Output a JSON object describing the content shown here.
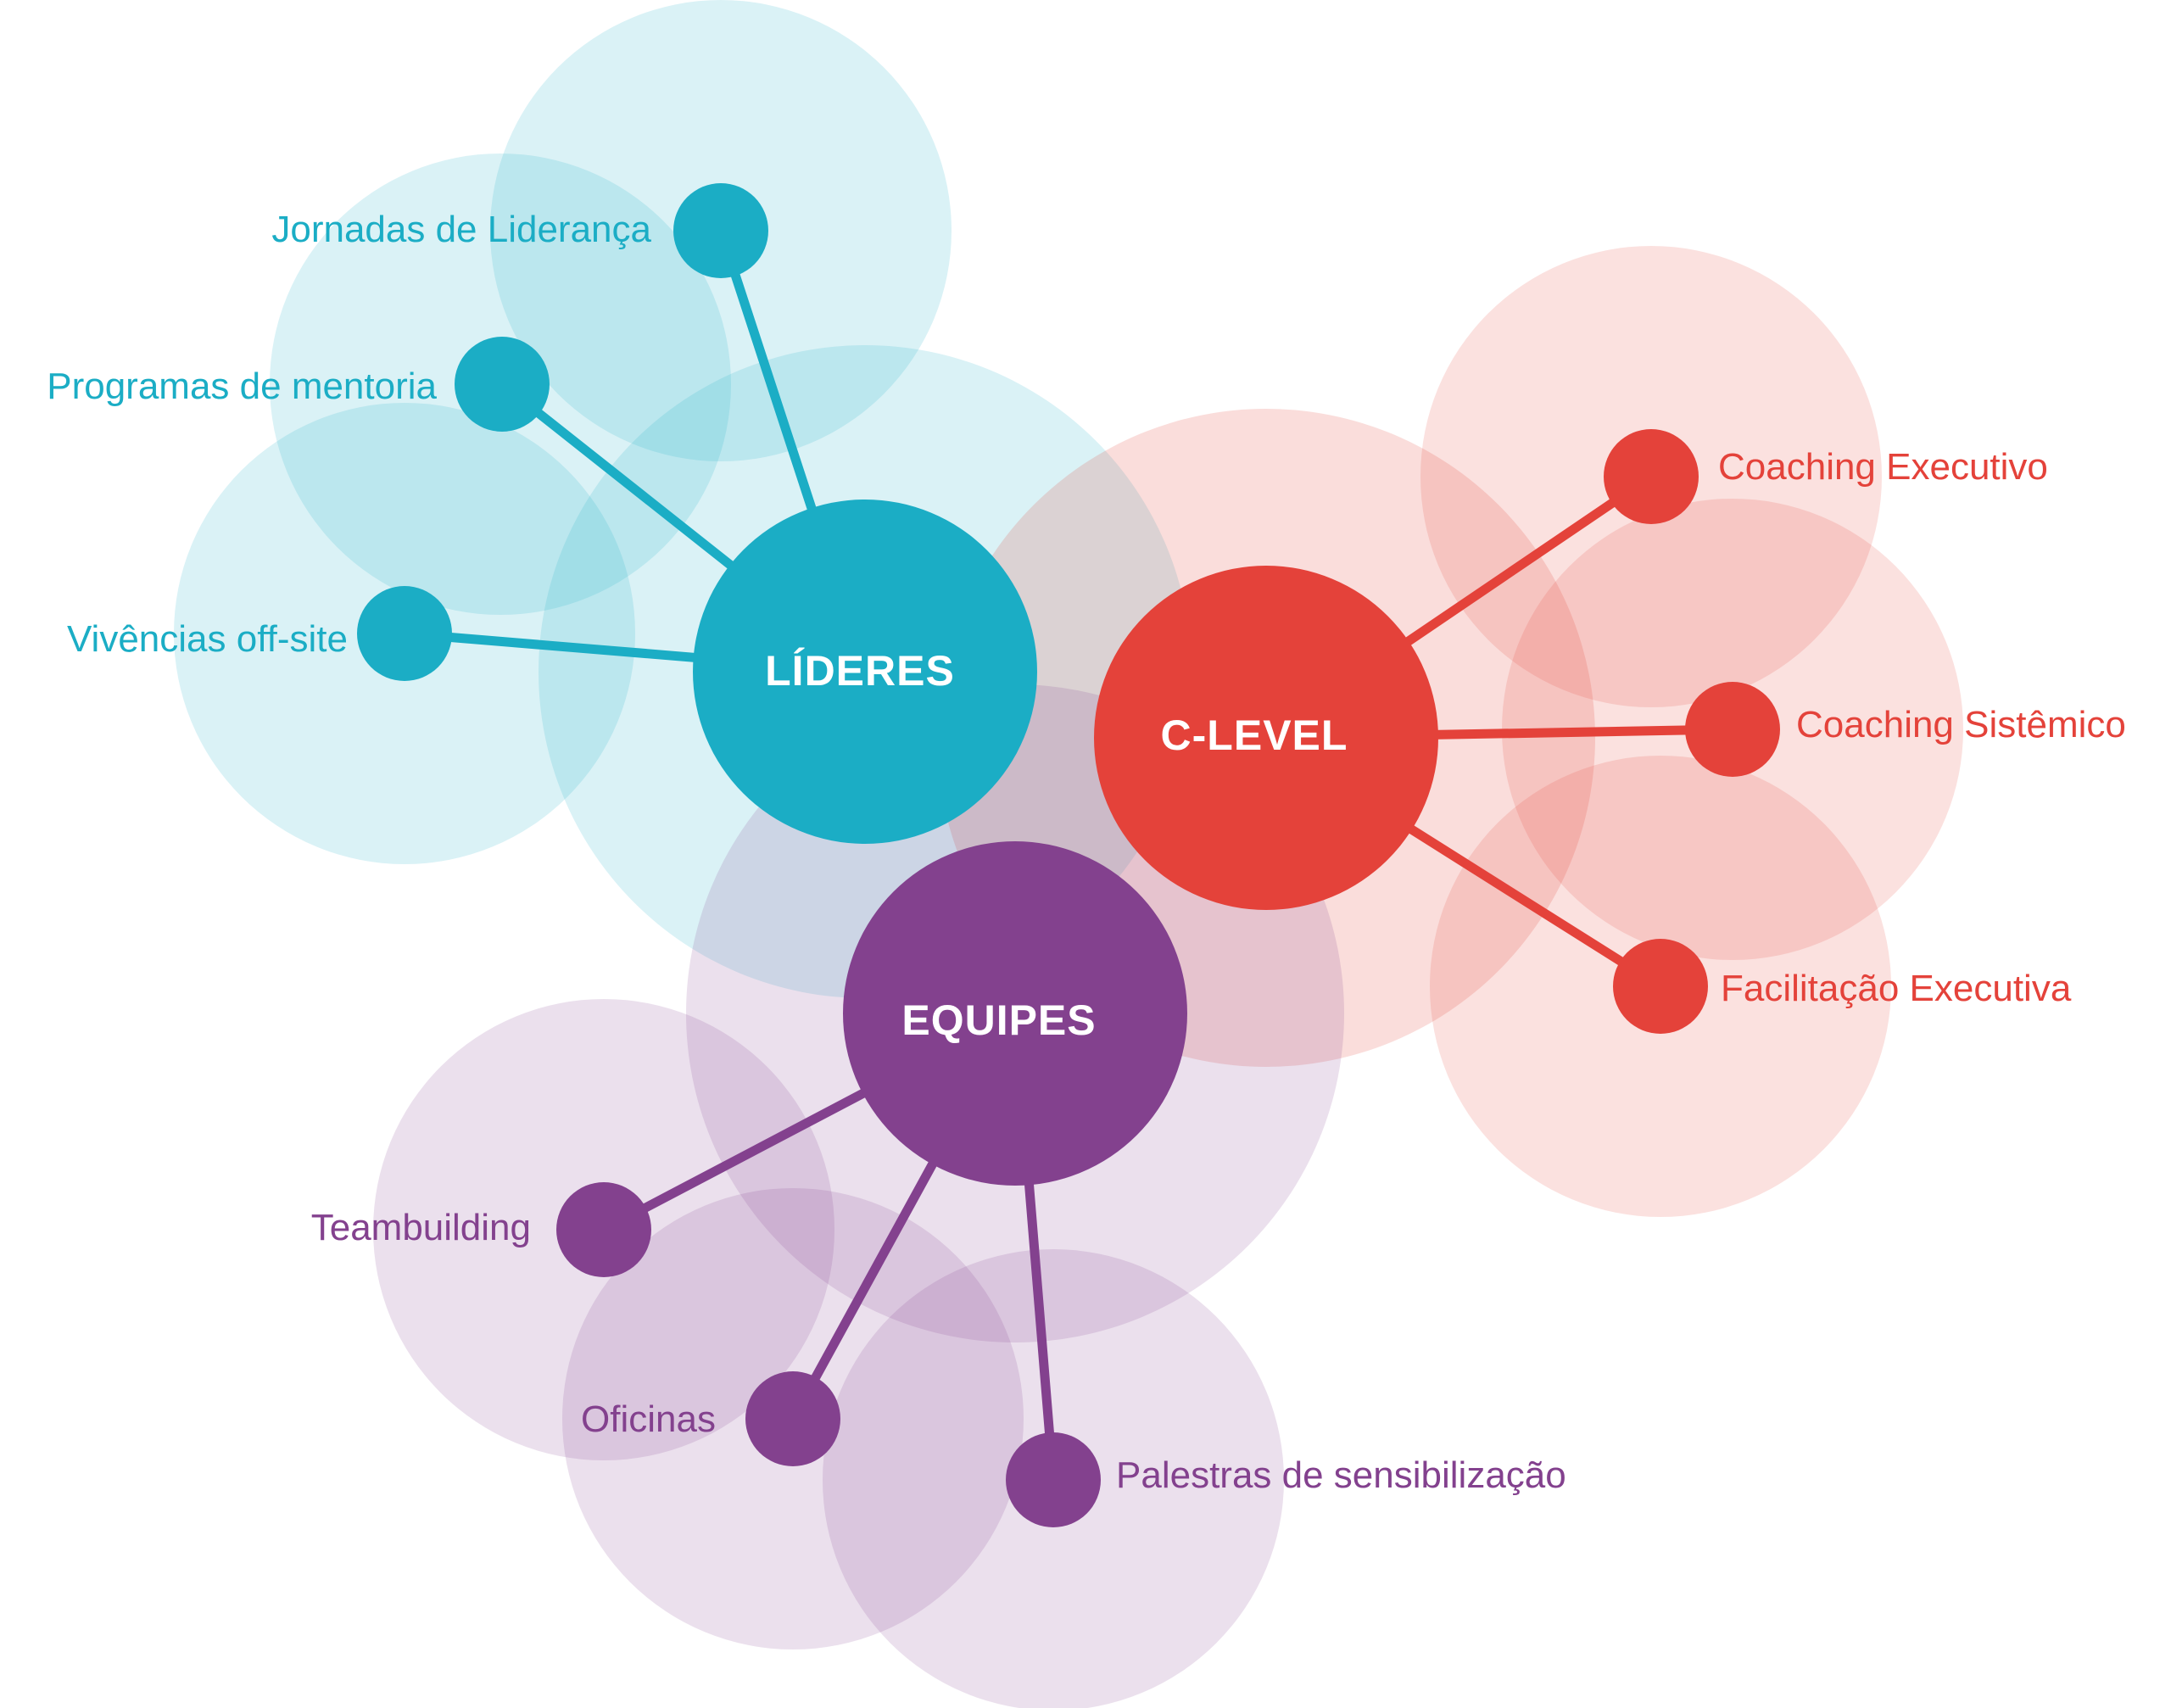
{
  "colors": {
    "lideres": "#1BADC5",
    "clevel": "#E4423A",
    "equipes": "#83418E",
    "background": "#FFFFFF"
  },
  "groups": {
    "lideres": {
      "hub": "LÍDERES",
      "items": [
        "Jornadas de Liderança",
        "Programas de mentoria",
        "Vivências off-site"
      ]
    },
    "clevel": {
      "hub": "C-LEVEL",
      "items": [
        "Coaching Executivo",
        "Coaching Sistêmico",
        "Facilitação Executiva"
      ]
    },
    "equipes": {
      "hub": "EQUIPES",
      "items": [
        "Teambuilding",
        "Oficinas",
        "Palestras de sensibilização"
      ]
    }
  }
}
